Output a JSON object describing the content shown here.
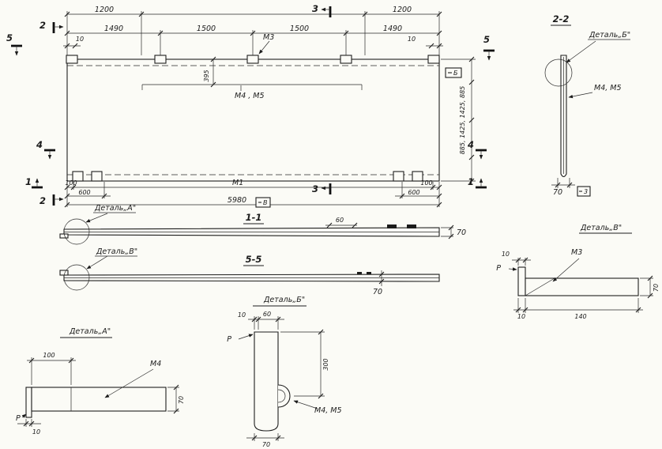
{
  "page": {
    "background": "#fbfbf6",
    "ink": "#1b1b1b"
  },
  "plan": {
    "dim_top1_left": "1200",
    "dim_top1_right": "1200",
    "dim_top2_1": "1490",
    "dim_top2_2": "1500",
    "dim_top2_3": "1500",
    "dim_top2_4": "1490",
    "dim_offset_left": "10",
    "dim_offset_right": "10",
    "mark_m3": "М3",
    "dim_395": "395",
    "mark_m4_m5": "М4 , М5",
    "cut_5_left": "5",
    "cut_5_right": "5",
    "cut_2_top": "2",
    "cut_2_bottom": "2",
    "cut_3_top": "3",
    "cut_3_bottom": "3",
    "cut_4_left": "4",
    "cut_4_right": "4",
    "cut_1_left": "1",
    "cut_1_right": "1",
    "flag_b": "Б",
    "flag_v": "В",
    "dim_right_chain": "885, 1425, 1425, 885",
    "dim_100_left": "100",
    "dim_600_left": "600",
    "mark_m1": "М1",
    "dim_5980": "5980",
    "dim_600_right": "600",
    "dim_100_right": "100",
    "callout_detail_a": "Деталь„А\""
  },
  "section_1_1": {
    "title": "1-1",
    "dim_60": "60",
    "dim_70": "70"
  },
  "section_5_5": {
    "title": "5-5",
    "callout_detail_v": "Деталь„В\"",
    "dim_70": "70"
  },
  "section_2_2": {
    "title": "2-2",
    "callout_detail_b": "Деталь„Б\"",
    "mark_m4_m5": "М4, М5",
    "dim_70": "70",
    "flag_3": "3"
  },
  "detail_v": {
    "title": "Деталь„В\"",
    "dim_10_top": "10",
    "mark_m3": "М3",
    "radius_mark": "Р",
    "dim_10": "10",
    "dim_140": "140",
    "dim_70": "70"
  },
  "detail_a": {
    "title": "Деталь„А\"",
    "dim_100": "100",
    "mark_m4": "М4",
    "dim_70": "70",
    "dim_10": "10",
    "radius_mark": "Р"
  },
  "detail_b": {
    "title": "Деталь„Б\"",
    "dim_10": "10",
    "dim_60": "60",
    "dim_300": "300",
    "mark_m4_m5": "М4, М5",
    "dim_70": "70",
    "radius_mark": "Р"
  }
}
